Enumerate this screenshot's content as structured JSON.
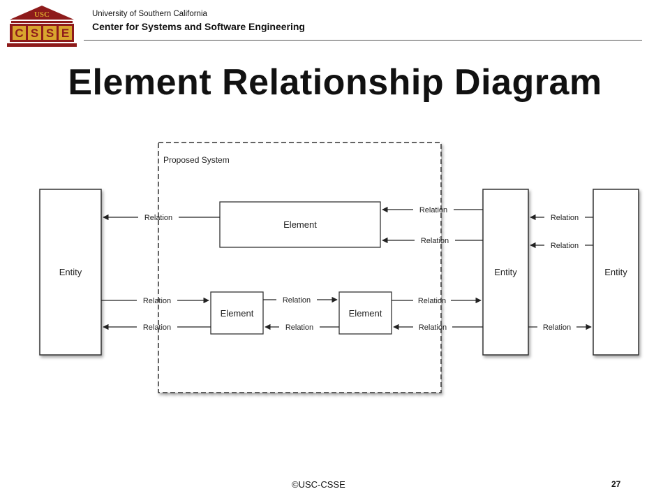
{
  "header": {
    "logo_top": "USC",
    "logo_letters": [
      "C",
      "S",
      "S",
      "E"
    ],
    "university": "University of Southern California",
    "center": "Center for Systems and Software Engineering"
  },
  "title": "Element Relationship Diagram",
  "diagram": {
    "system_label": "Proposed System",
    "entity_label": "Entity",
    "element_label": "Element",
    "relation_label": "Relation"
  },
  "footer": {
    "copyright": "©USC-CSSE",
    "page": "27"
  },
  "colors": {
    "logo_maroon": "#8e1b1b",
    "logo_gold": "#d9a52e"
  }
}
